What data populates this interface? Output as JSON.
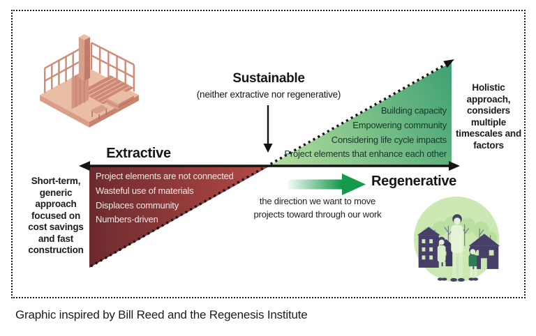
{
  "diagram": {
    "sustainable": {
      "title": "Sustainable",
      "subtitle": "(neither extractive nor regenerative)"
    },
    "extractive": {
      "label": "Extractive",
      "items": [
        "Project elements are not connected",
        "Wasteful use of materials",
        "Displaces community",
        "Numbers-driven"
      ],
      "annotation": "Short-term, generic approach focused on cost savings and fast construction"
    },
    "regenerative": {
      "label": "Regenerative",
      "items": [
        "Building capacity",
        "Empowering community",
        "Considering life cycle impacts",
        "Project elements that enhance each other"
      ],
      "annotation": "Holistic approach, considers multiple timescales and factors"
    },
    "direction": {
      "caption_line1": "the direction we want to move",
      "caption_line2": "projects toward through our work"
    },
    "colors": {
      "extractive_dark": "#6d2a2e",
      "extractive_light": "#b34a46",
      "regenerative_light": "#b2dc9c",
      "regenerative_dark": "#3fa173",
      "arrow_green_light": "#f4faf5",
      "arrow_green": "#17994d",
      "line_black": "#141414"
    }
  },
  "footer": {
    "caption": "Graphic inspired by Bill Reed and the Regenesis Institute"
  },
  "icons": {
    "building_illustration": "construction-framing-isometric-illustration",
    "community_illustration": "green-community-circle-illustration"
  }
}
